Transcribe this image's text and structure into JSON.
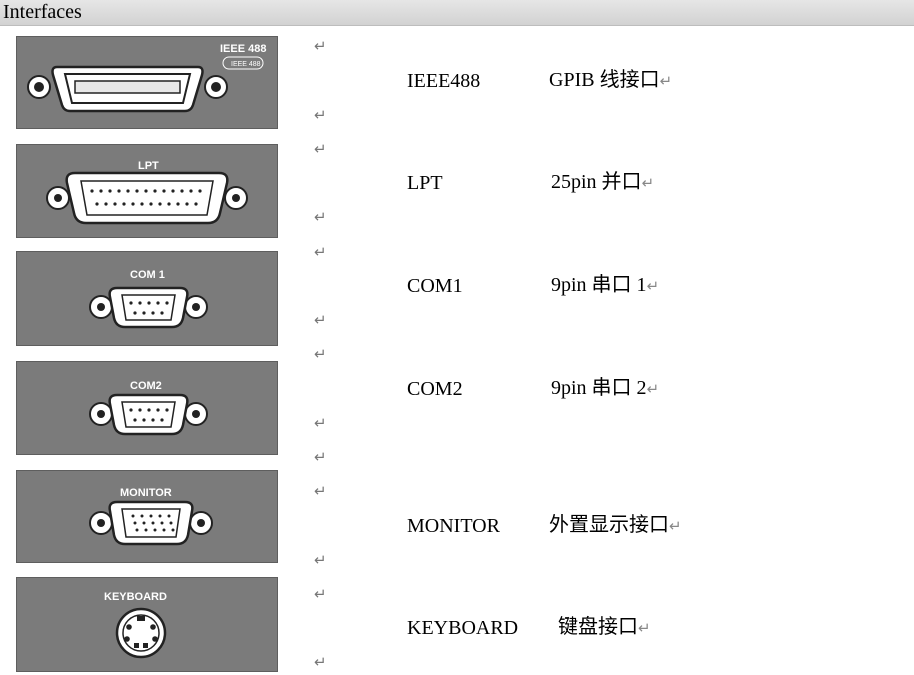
{
  "header": {
    "title": "Interfaces"
  },
  "paragraph_mark": "↵",
  "rows": [
    {
      "panel_label": "IEEE 488",
      "panel_sublabel": "IEEE 488",
      "name": "IEEE488",
      "desc": "GPIB 线接口"
    },
    {
      "panel_label": "LPT",
      "name": "LPT",
      "desc": "25pin  并口"
    },
    {
      "panel_label": "COM 1",
      "name": "COM1",
      "desc": "9pin  串口 1"
    },
    {
      "panel_label": "COM2",
      "name": "COM2",
      "desc": "9pin  串口 2"
    },
    {
      "panel_label": "MONITOR",
      "name": "MONITOR",
      "desc": "外置显示接口"
    },
    {
      "panel_label": "KEYBOARD",
      "name": "KEYBOARD",
      "desc": "键盘接口"
    }
  ]
}
